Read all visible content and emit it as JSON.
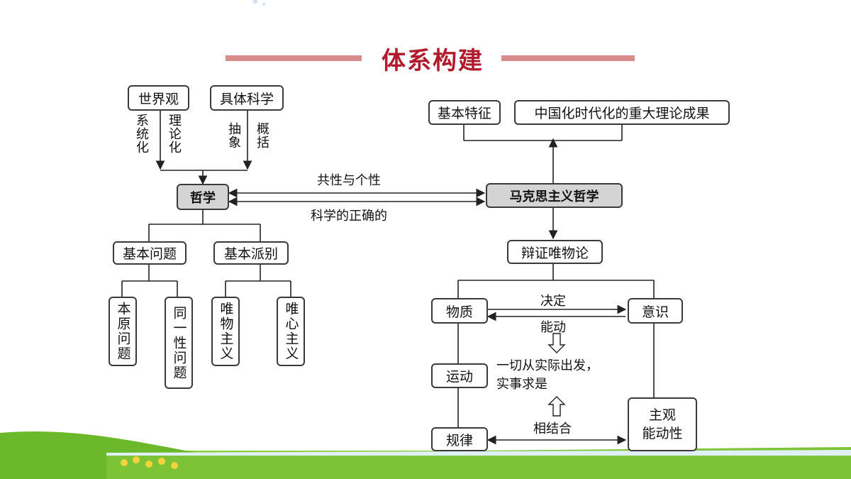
{
  "title": "体系构建",
  "colors": {
    "title": "#b01c2e",
    "title_bar": "#d98c8c",
    "box_fill_highlight": "#d4d4d4"
  },
  "left": {
    "top_boxes": {
      "worldview": "世界观",
      "science": "具体科学"
    },
    "arrow_labels": {
      "systematize": "系统化",
      "theorize": "理论化",
      "abstract": "抽象",
      "generalize": "概括"
    },
    "philosophy": "哲学",
    "basic_question": "基本问题",
    "basic_schools": "基本派别",
    "leaves": {
      "origin": "本原问题",
      "identity": "同一性问题",
      "materialism": "唯物主义",
      "idealism": "唯心主义"
    }
  },
  "middle": {
    "common_individual": "共性与个性",
    "scientific_correct": "科学的正确的"
  },
  "right": {
    "basic_features": "基本特征",
    "sinicization": "中国化时代化的重大理论成果",
    "marxism": "马克思主义哲学",
    "dialectical_materialism": "辩证唯物论",
    "matter": "物质",
    "consciousness": "意识",
    "decides": "决定",
    "active": "能动",
    "motion": "运动",
    "law": "规律",
    "principle": "一切从实际出发，\n实事求是",
    "combine": "相结合",
    "subjective": "主观\n能动性"
  }
}
